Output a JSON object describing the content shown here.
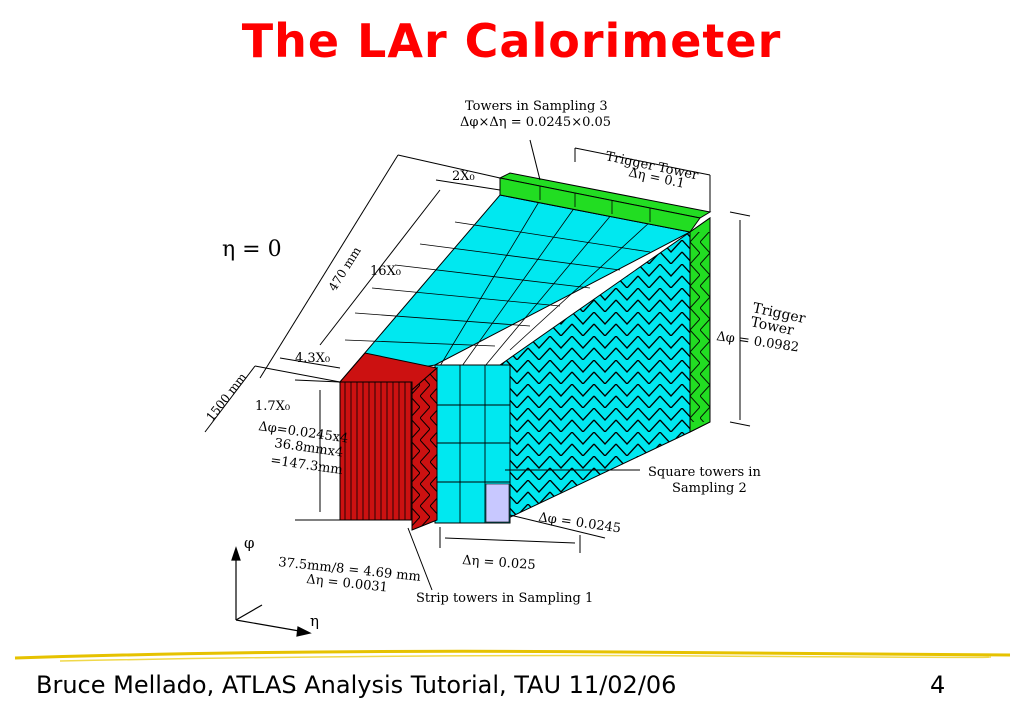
{
  "title": "The LAr Calorimeter",
  "footer": {
    "text": "Bruce Mellado, ATLAS Analysis Tutorial, TAU 11/02/06",
    "page_number": "4"
  },
  "diagram": {
    "eta_zero": "η = 0",
    "sampling3_title": "Towers in Sampling 3",
    "sampling3_granularity": "Δφ×Δη = 0.0245×0.05",
    "trigger_tower_top_title": "Trigger Tower",
    "trigger_tower_top_eta": "Δη = 0.1",
    "two_x0": "2X₀",
    "sixteen_x0": "16X₀",
    "four_three_x0": "4.3X₀",
    "mm470": "470 mm",
    "mm1500": "1500 mm",
    "one_seven_x0": "1.7X₀",
    "dphi_strip_1": "Δφ=0.0245x4",
    "dphi_strip_2": "36.8mmx4",
    "dphi_strip_3": "=147.3mm",
    "trigger_tower_side_1": "Trigger",
    "trigger_tower_side_2": "Tower",
    "trigger_tower_side_phi": "Δφ = 0.0982",
    "square_towers_1": "Square towers in",
    "square_towers_2": "Sampling 2",
    "dphi_square": "Δφ = 0.0245",
    "deta_square": "Δη = 0.025",
    "strip_width_1": "37.5mm/8 = 4.69 mm",
    "strip_width_2": "Δη = 0.0031",
    "strip_towers": "Strip towers in Sampling 1",
    "axis_phi": "φ",
    "axis_eta": "η"
  },
  "colors": {
    "title": "#ff0000",
    "strip_red": "#cc1111",
    "cyan": "#00e8f0",
    "green": "#22dd22",
    "rule_gold": "#e6c200"
  }
}
